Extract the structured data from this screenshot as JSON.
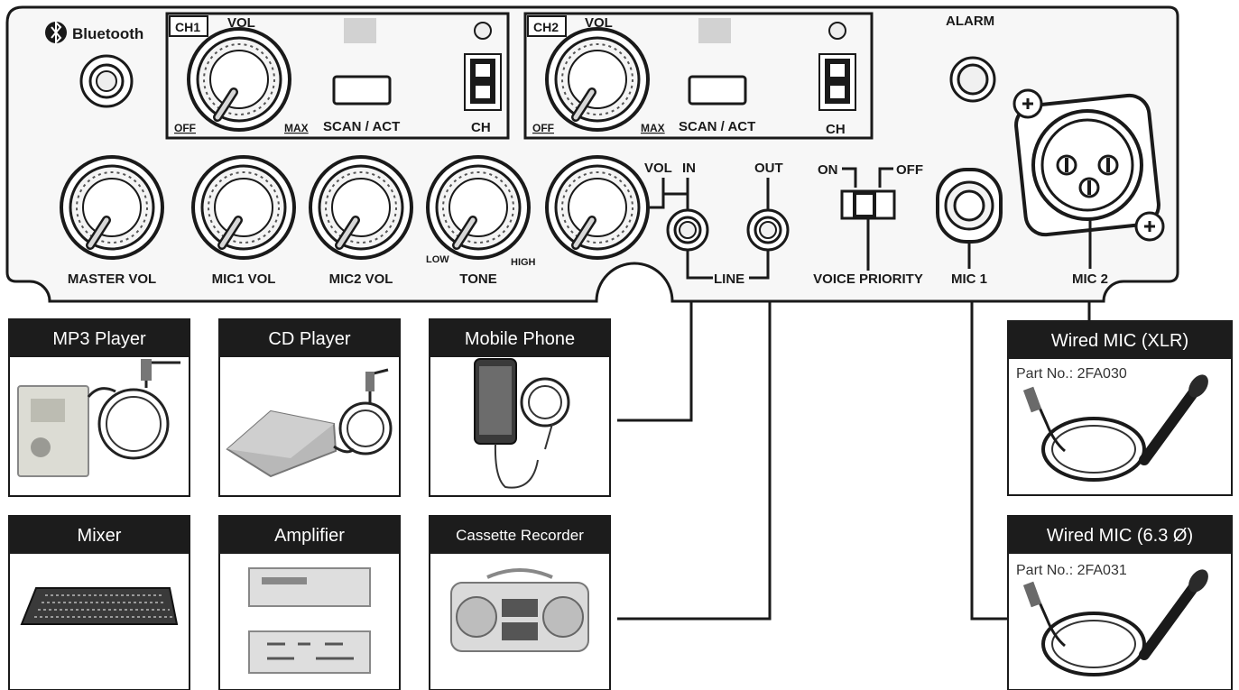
{
  "panel": {
    "bluetooth_label": "Bluetooth",
    "alarm_label": "ALARM",
    "ch1": {
      "badge": "CH1",
      "vol": "VOL",
      "off": "OFF",
      "max": "MAX",
      "scan": "SCAN / ACT",
      "ch": "CH"
    },
    "ch2": {
      "badge": "CH2",
      "vol": "VOL",
      "off": "OFF",
      "max": "MAX",
      "scan": "SCAN / ACT",
      "ch": "CH"
    },
    "knobs": {
      "master": "MASTER VOL",
      "mic1": "MIC1 VOL",
      "mic2": "MIC2 VOL",
      "tone": "TONE",
      "tone_low": "LOW",
      "tone_high": "HIGH"
    },
    "line": {
      "vol": "VOL",
      "in": "IN",
      "out": "OUT",
      "line": "LINE"
    },
    "priority": {
      "on": "ON",
      "off": "OFF",
      "label": "VOICE PRIORITY"
    },
    "mic1_label": "MIC 1",
    "mic2_label": "MIC 2"
  },
  "sources": [
    {
      "title": "MP3 Player",
      "icon": "mp3-player-icon"
    },
    {
      "title": "CD Player",
      "icon": "cd-player-icon"
    },
    {
      "title": "Mobile Phone",
      "icon": "mobile-phone-icon"
    },
    {
      "title": "Mixer",
      "icon": "mixer-icon"
    },
    {
      "title": "Amplifier",
      "icon": "amplifier-icon"
    },
    {
      "title": "Cassette Recorder",
      "icon": "cassette-recorder-icon"
    }
  ],
  "mics": [
    {
      "title": "Wired MIC (XLR)",
      "part": "Part No.: 2FA030"
    },
    {
      "title": "Wired MIC (6.3 Ø)",
      "part": "Part No.: 2FA031"
    }
  ]
}
